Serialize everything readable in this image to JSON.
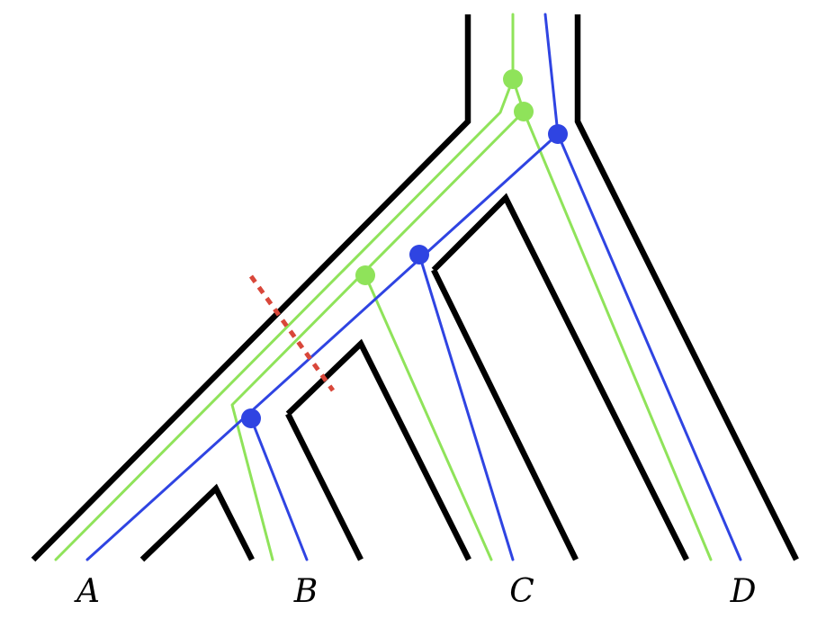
{
  "colors": {
    "background": "#ffffff",
    "species_tree": "#000000",
    "green_gene_tree": "#8fe35a",
    "blue_gene_tree": "#2f44e2",
    "cut_marker": "#d9473a"
  },
  "taxa": [
    {
      "id": "A",
      "label": "A"
    },
    {
      "id": "B",
      "label": "B"
    },
    {
      "id": "C",
      "label": "C"
    },
    {
      "id": "D",
      "label": "D"
    }
  ],
  "gene_trees": [
    {
      "id": "green",
      "node_count": 3
    },
    {
      "id": "blue",
      "node_count": 3
    }
  ]
}
